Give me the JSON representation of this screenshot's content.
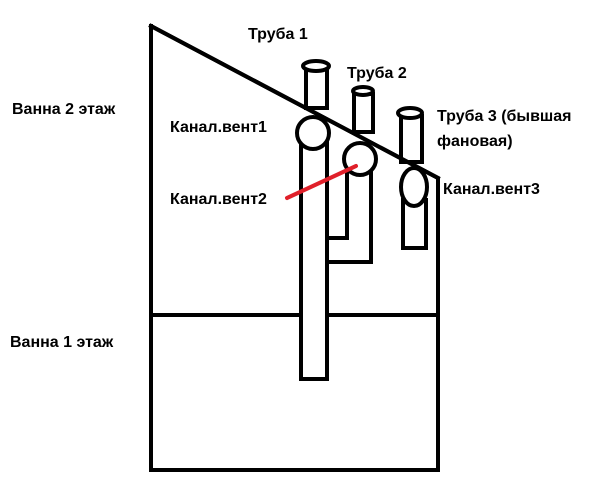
{
  "labels": {
    "floor2": "Ванна 2 этаж",
    "floor1": "Ванна 1 этаж",
    "pipe1": "Труба 1",
    "pipe2": "Труба 2",
    "pipe3_line1": "Труба 3 (бывшая",
    "pipe3_line2": "фановая)",
    "vent1": "Канал.вент1",
    "vent2": "Канал.вент2",
    "vent3": "Канал.вент3"
  },
  "colors": {
    "lines": "#000000",
    "pointer": "#e0202a",
    "background": "#ffffff"
  }
}
